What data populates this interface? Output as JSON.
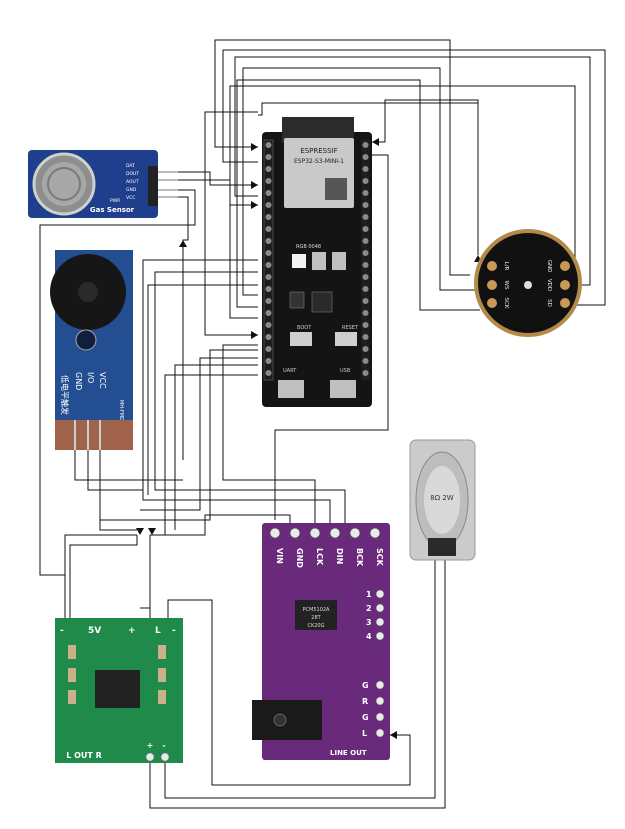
{
  "esp32": {
    "brand": "ESPRESSIF",
    "model": "ESP32-S3-MINI-1",
    "chip_label": "RGB 0048",
    "boot_label": "BOOT",
    "reset_label": "RESET",
    "uart_label": "UART",
    "usb_label": "USB"
  },
  "gas_sensor": {
    "title": "Gas Sensor",
    "pins": [
      "DAT",
      "DOUT",
      "AOUT",
      "GND",
      "VCC"
    ],
    "pwr_label": "PWR"
  },
  "buzzer": {
    "pins": [
      "GND",
      "I/O",
      "VCC"
    ],
    "model_label": "MH-FMD",
    "cn_text": "低电平触发"
  },
  "microphone": {
    "pins": [
      "L/R",
      "WS",
      "SCK",
      "GND",
      "VDD",
      "SD"
    ]
  },
  "speaker": {
    "rating": "8Ω 2W"
  },
  "dac": {
    "pins_top": [
      "VIN",
      "GND",
      "LCK",
      "DIN",
      "BCK",
      "SCK"
    ],
    "side_labels": [
      "1",
      "2",
      "3",
      "4"
    ],
    "right_labels": [
      "G",
      "R",
      "G",
      "L"
    ],
    "chip_lines": [
      "PCM5102A",
      "28T",
      "CK20G"
    ],
    "line_out": "LINE OUT"
  },
  "amp": {
    "top_labels": [
      "-",
      "5V",
      "+",
      "L",
      "-"
    ],
    "bottom_labels": [
      "L OUT R",
      "+",
      "-"
    ]
  },
  "colors": {
    "esp_board": "#141414",
    "gas_board": "#1f3f8c",
    "buzzer_board": "#234f92",
    "dac_board": "#6a2a7c",
    "amp_board": "#1f8a4a",
    "wire": "#111111"
  }
}
